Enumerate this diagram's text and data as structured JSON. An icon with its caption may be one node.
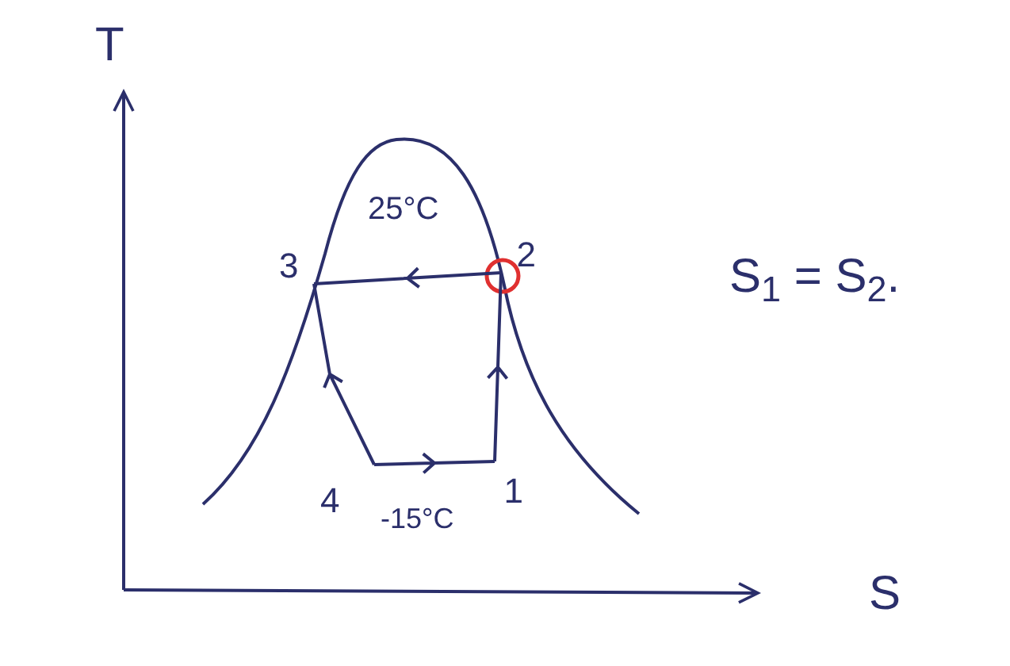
{
  "diagram": {
    "nodes": [
      {
        "text": [
          "1"
        ]
      },
      {
        "text": [
          "2"
        ]
      },
      {
        "text": [
          "3"
        ]
      },
      {
        "text": [
          "4"
        ]
      }
    ],
    "edges": [
      {
        "from": 0,
        "to": 1,
        "arrow": "to"
      },
      {
        "from": 1,
        "to": 2,
        "arrow": "to"
      },
      {
        "from": 3,
        "to": 2,
        "arrow": "to"
      },
      {
        "from": 3,
        "to": 0,
        "arrow": "to"
      }
    ],
    "labels": [
      "T",
      "S",
      "25°C",
      "-15°C",
      "S$_{1}$ = S$_{2}$."
    ]
  }
}
